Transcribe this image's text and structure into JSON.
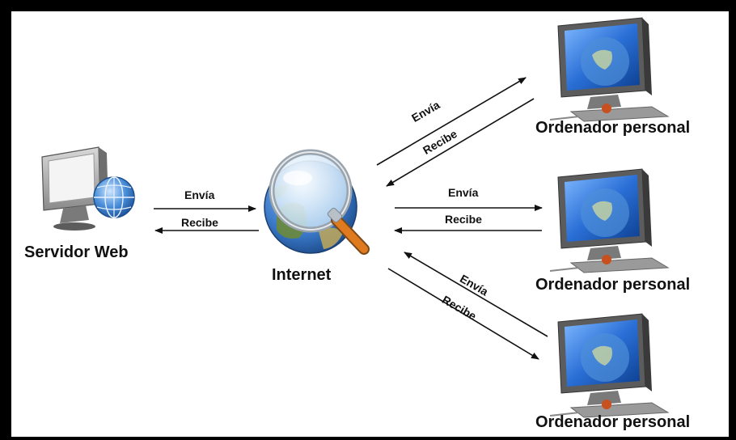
{
  "nodes": {
    "server": {
      "label": "Servidor Web",
      "icon": "monitor-globe-icon"
    },
    "internet": {
      "label": "Internet",
      "icon": "globe-magnifier-icon"
    },
    "pc_top": {
      "label": "Ordenador personal",
      "icon": "desktop-computer-icon"
    },
    "pc_mid": {
      "label": "Ordenador personal",
      "icon": "desktop-computer-icon"
    },
    "pc_bottom": {
      "label": "Ordenador personal",
      "icon": "desktop-computer-icon"
    }
  },
  "edges": {
    "server_internet": {
      "send": "Envía",
      "receive": "Recibe"
    },
    "internet_pc_top": {
      "send": "Envía",
      "receive": "Recibe"
    },
    "internet_pc_mid": {
      "send": "Envía",
      "receive": "Recibe"
    },
    "internet_pc_bottom": {
      "send": "Envía",
      "receive": "Recibe"
    }
  },
  "colors": {
    "frame": "#000000",
    "background": "#ffffff",
    "screen_blue": "#2a6fd6",
    "globe_land": "#6b8a3a",
    "magnifier_handle": "#e07a1e"
  }
}
